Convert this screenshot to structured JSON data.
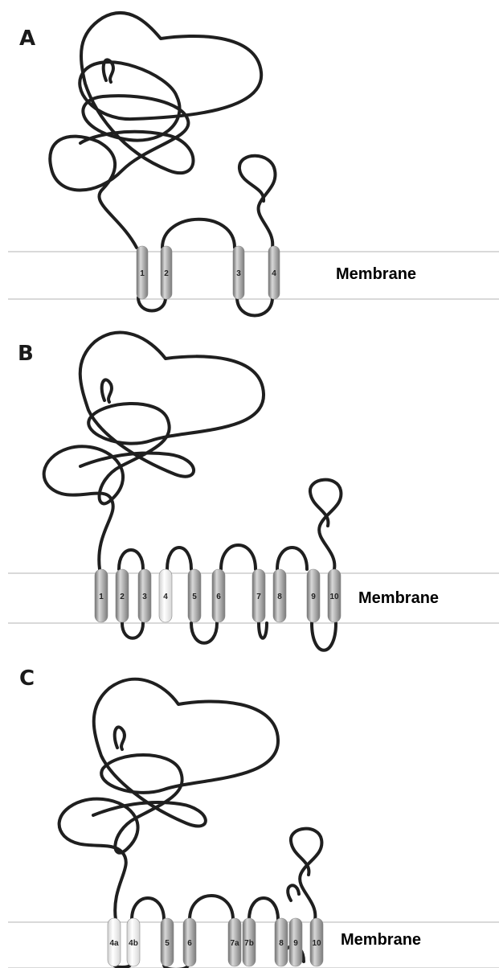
{
  "panels": [
    {
      "letter": "A",
      "membrane_label": "Membrane",
      "helices": [
        "1",
        "2",
        "3",
        "4"
      ]
    },
    {
      "letter": "B",
      "membrane_label": "Membrane",
      "helices": [
        "1",
        "2",
        "3",
        "4",
        "5",
        "6",
        "7",
        "8",
        "9",
        "10"
      ]
    },
    {
      "letter": "C",
      "membrane_label": "Membrane",
      "helices": [
        "4a",
        "4b",
        "5",
        "6",
        "7a",
        "7b",
        "8",
        "9",
        "10"
      ]
    }
  ],
  "colors": {
    "line": "#1f1f1f",
    "membrane_line": "#d9d9d9",
    "helix_dark": "#8c8c8c",
    "helix_light": "#f2f2f2"
  }
}
